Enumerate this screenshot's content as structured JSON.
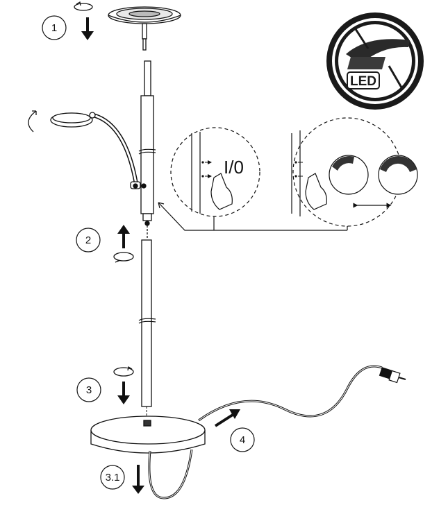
{
  "steps": [
    {
      "id": "1",
      "label": "1"
    },
    {
      "id": "2",
      "label": "2"
    },
    {
      "id": "3",
      "label": "3"
    },
    {
      "id": "3_1",
      "label": "3.1"
    },
    {
      "id": "4",
      "label": "4"
    }
  ],
  "switch_label": "I/0",
  "logo": {
    "text": "LED"
  },
  "colors": {
    "line": "#111111",
    "logo": "#1a1a1a"
  }
}
